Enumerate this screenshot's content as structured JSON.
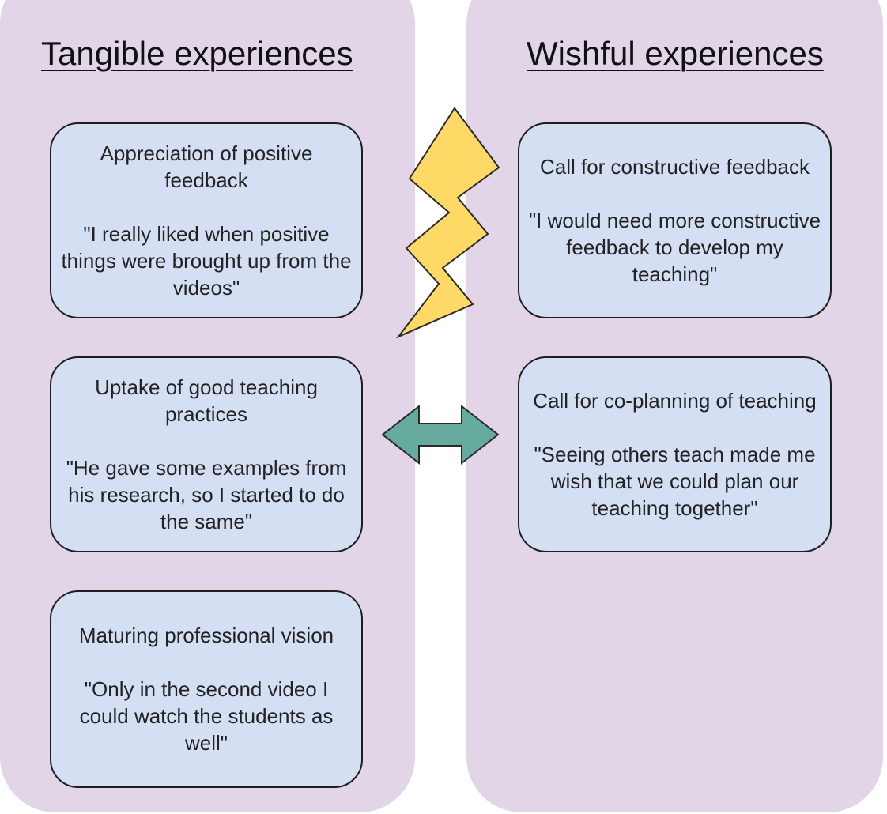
{
  "left_column": {
    "title": "Tangible experiences",
    "cards": [
      {
        "heading": "Appreciation of positive feedback",
        "quote": "\"I really liked when positive things were brought up from the videos\""
      },
      {
        "heading": "Uptake of good teaching practices",
        "quote": "\"He gave some examples from his research, so I started to do the same\""
      },
      {
        "heading": "Maturing professional vision",
        "quote": "\"Only in the second video I could watch the students as well\""
      }
    ]
  },
  "right_column": {
    "title": "Wishful experiences",
    "cards": [
      {
        "heading": "Call for constructive feedback",
        "quote": "\"I would need more constructive feedback to develop my teaching\""
      },
      {
        "heading": "Call for co-planning of teaching",
        "quote": "\"Seeing others teach made me wish that we could plan our teaching together\""
      }
    ]
  },
  "connectors": {
    "conflict": {
      "icon": "lightning-bolt-icon",
      "color": "#ffd966"
    },
    "alignment": {
      "icon": "double-arrow-icon",
      "color": "#67ab9f"
    }
  },
  "colors": {
    "column_bg": "#e1d5e7",
    "card_bg": "#d5dff4",
    "card_border": "#1e1e1e"
  }
}
